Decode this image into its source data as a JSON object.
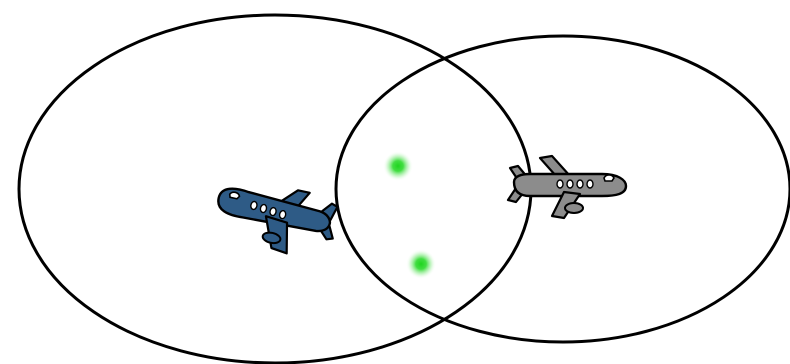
{
  "diagram": {
    "ranges": [
      {
        "name": "left-plane-range",
        "stroke": "#000000"
      },
      {
        "name": "right-plane-range",
        "stroke": "#000000"
      }
    ],
    "aircraft": [
      {
        "name": "blue-airplane-icon",
        "body_color": "#2e5b86",
        "facing": "left"
      },
      {
        "name": "gray-airplane-icon",
        "body_color": "#8c8c8c",
        "facing": "right"
      }
    ],
    "markers": [
      {
        "name": "intersection-point-upper",
        "color": "#1fd41f"
      },
      {
        "name": "intersection-point-lower",
        "color": "#1fd41f"
      }
    ]
  }
}
